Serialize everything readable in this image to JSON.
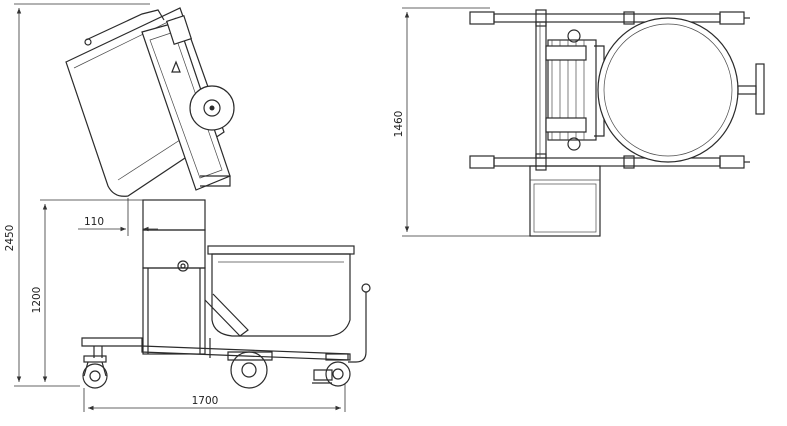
{
  "dimensions": {
    "total_height": "2450",
    "lift_height": "1200",
    "offset": "110",
    "length": "1700",
    "top_view_width": "1460"
  }
}
